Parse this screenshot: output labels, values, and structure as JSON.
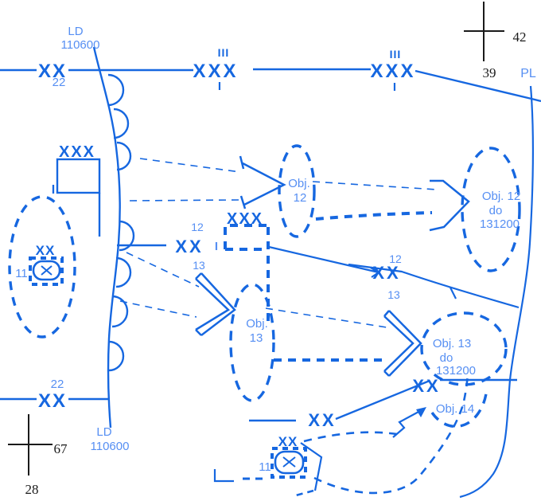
{
  "colors": {
    "primary": "#1667e0",
    "light_label": "#568ff3",
    "black": "#1a1a1a",
    "background": "#ffffff"
  },
  "top": {
    "ld_label": "LD",
    "ld_time": "110600",
    "left_echelon": "XX",
    "left_number": "22",
    "mid_echelon_top": "III",
    "mid_echelon": "XXX",
    "mid_sub": "I",
    "right_echelon_top": "III",
    "right_echelon": "XXX",
    "right_sub": "I",
    "grid_easting": "42",
    "grid_northing": "39",
    "phase_line": "PL"
  },
  "left": {
    "flag_echelon": "XXX",
    "flag_sub": "I",
    "assembly_echelon": "XX",
    "assembly_number": "11"
  },
  "center": {
    "boundary_12": "12",
    "boundary_echelon": "XX",
    "boundary_sub": "I",
    "boundary_13": "13",
    "junction_echelon": "XXX",
    "obj12_line1": "Obj.",
    "obj12_line2": "12",
    "obj13_line1": "Obj.",
    "obj13_line2": "13"
  },
  "right": {
    "boundary_12": "12",
    "boundary_echelon": "XX",
    "boundary_13": "13",
    "obj12do_line1": "Obj. 12",
    "obj12do_line2": "do",
    "obj12do_line3": "131200",
    "obj13do_line1": "Obj. 13",
    "obj13do_line2": "do",
    "obj13do_line3": "131200",
    "obj14_label": "Obj. 14",
    "lower_echelon_1": "XX",
    "lower_echelon_2": "XX"
  },
  "bottom": {
    "unit_echelon": "XX",
    "unit_number": "11",
    "boundary_number": "22",
    "boundary_echelon": "XX",
    "ld_label": "LD",
    "ld_time": "110600",
    "grid_easting": "67",
    "grid_northing": "28"
  }
}
